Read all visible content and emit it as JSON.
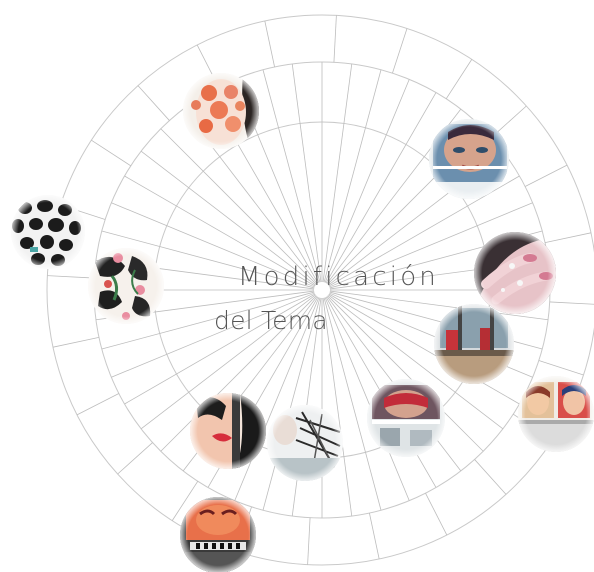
{
  "title": {
    "line1": "Modificación",
    "line2": "del Tema"
  },
  "colors": {
    "ring_stroke": "#c9c9c9",
    "spoke_stroke": "#bdbdbd",
    "title_text": "#555555",
    "orange": "#e8704a",
    "pink": "#e98da0",
    "dark": "#1c1c1c",
    "teal": "#4aa6a6"
  },
  "images": [
    {
      "id": "orange-floral-mask-face",
      "icon": "portrait-photo"
    },
    {
      "id": "painted-face-mural",
      "icon": "mural-photo"
    },
    {
      "id": "black-white-polka-pattern",
      "icon": "pattern-photo"
    },
    {
      "id": "floral-cutout-collage",
      "icon": "collage-photo"
    },
    {
      "id": "pink-nails-jewelry",
      "icon": "jewelry-photo"
    },
    {
      "id": "store-interior-red",
      "icon": "store-photo"
    },
    {
      "id": "pop-art-comic-women",
      "icon": "popart-photo"
    },
    {
      "id": "pop-art-kiss-comic",
      "icon": "comic-photo"
    },
    {
      "id": "sketch-mannequin-display",
      "icon": "sketch-photo"
    },
    {
      "id": "red-mask-window-display",
      "icon": "window-photo"
    },
    {
      "id": "orange-face-store-window",
      "icon": "shopfront-photo"
    }
  ]
}
